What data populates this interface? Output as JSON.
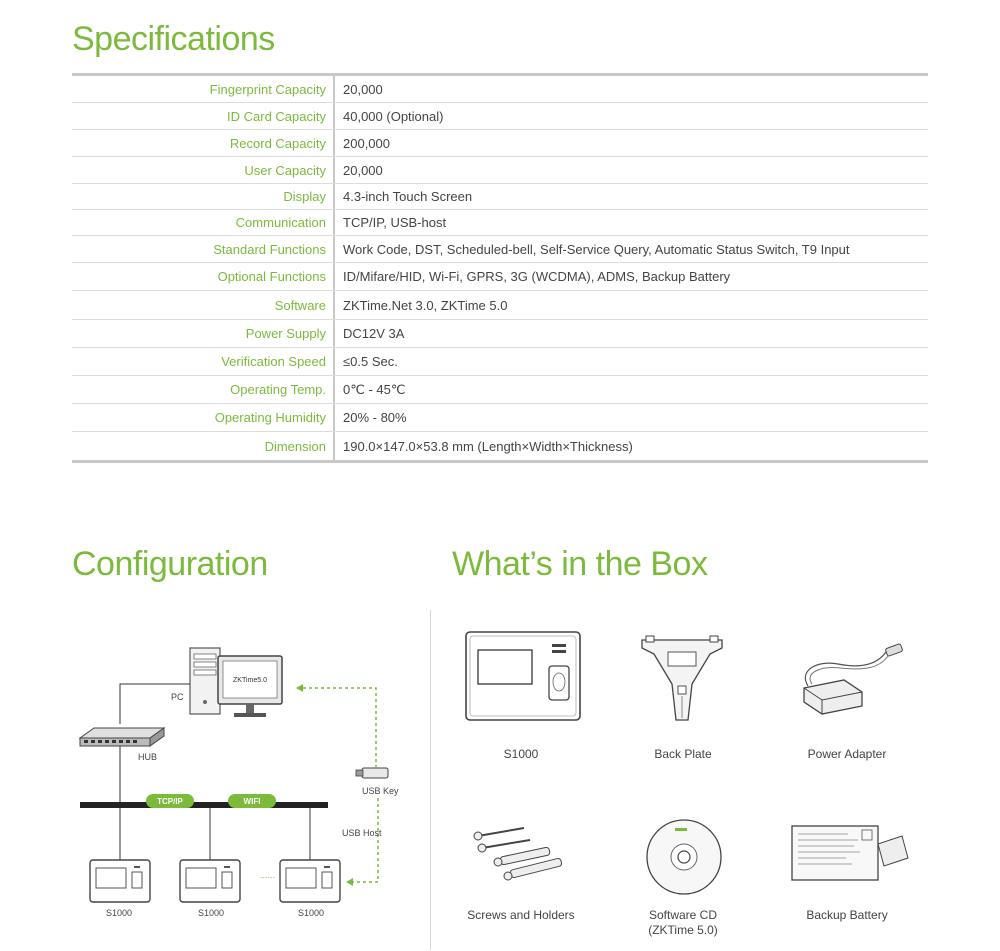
{
  "specifications": {
    "title": "Specifications",
    "rows": [
      {
        "label": "Fingerprint Capacity",
        "value": "20,000"
      },
      {
        "label": "ID Card Capacity",
        "value": "40,000 (Optional)"
      },
      {
        "label": "Record Capacity",
        "value": "200,000"
      },
      {
        "label": "User Capacity",
        "value": "20,000"
      },
      {
        "label": "Display",
        "value": "4.3-inch Touch Screen"
      },
      {
        "label": "Communication",
        "value": "TCP/IP, USB-host"
      },
      {
        "label": "Standard Functions",
        "value": "Work Code, DST, Scheduled-bell, Self-Service Query, Automatic Status Switch, T9 Input"
      },
      {
        "label": "Optional Functions",
        "value": "ID/Mifare/HID, Wi-Fi, GPRS, 3G (WCDMA), ADMS, Backup Battery"
      },
      {
        "label": "Software",
        "value": "ZKTime.Net 3.0, ZKTime 5.0"
      },
      {
        "label": "Power Supply",
        "value": "DC12V 3A"
      },
      {
        "label": "Verification Speed",
        "value": "≤0.5 Sec."
      },
      {
        "label": "Operating Temp.",
        "value": "0℃ - 45℃"
      },
      {
        "label": "Operating Humidity",
        "value": "20% - 80%"
      },
      {
        "label": "Dimension",
        "value": "190.0×147.0×53.8 mm (Length×Width×Thickness)"
      }
    ]
  },
  "configuration": {
    "title": "Configuration",
    "pc_label": "PC",
    "screen_text": "ZKTime5.0",
    "hub_label": "HUB",
    "usb_key_label": "USB Key",
    "usb_host_label": "USB Host",
    "tcpip_label": "TCP/IP",
    "wifi_label": "WIFI",
    "device_labels": [
      "S1000",
      "S1000",
      "S1000"
    ],
    "dots": "......",
    "accent_color": "#7cba3c"
  },
  "whats_in_the_box": {
    "title": "What’s in the Box",
    "items": [
      {
        "icon": "device-icon",
        "caption": "S1000"
      },
      {
        "icon": "back-plate-icon",
        "caption": "Back Plate"
      },
      {
        "icon": "power-adapter-icon",
        "caption": "Power Adapter"
      },
      {
        "icon": "screws-icon",
        "caption": "Screws and Holders"
      },
      {
        "icon": "cd-icon",
        "caption": "Software CD",
        "caption2": "(ZKTime 5.0)"
      },
      {
        "icon": "battery-icon",
        "caption": "Backup Battery"
      }
    ]
  },
  "colors": {
    "accent": "#7cba3c",
    "rule": "#c8c8c8",
    "text": "#444444"
  }
}
